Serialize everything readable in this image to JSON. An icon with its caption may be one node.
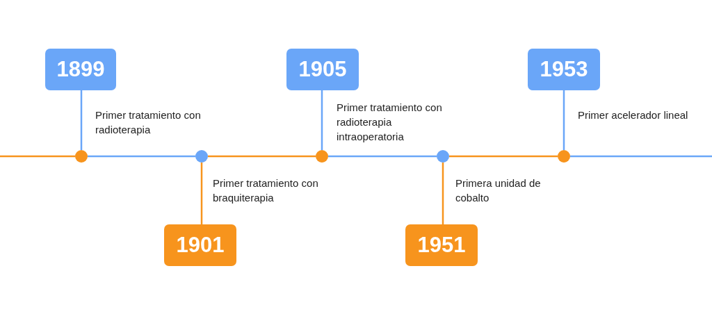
{
  "diagram": {
    "nodes": [
      {
        "text": [
          "1899"
        ],
        "beside": [
          "Primer tratamiento con radioterapia"
        ]
      },
      {
        "text": [],
        "shape": "circle"
      },
      {
        "text": [],
        "shape": "circle"
      },
      {
        "text": [
          "1901"
        ],
        "beside": [
          "Primer tratamiento con braquiterapia"
        ]
      },
      {
        "text": [
          "1905"
        ],
        "beside": [
          "Primer tratamiento con radioterapia intraoperatoria"
        ]
      },
      {
        "text": [],
        "shape": "circle"
      },
      {
        "text": [],
        "shape": "circle"
      },
      {
        "text": [
          "1951"
        ],
        "beside": [
          "Primera unidad de cobalto"
        ]
      },
      {
        "text": [
          "1953"
        ],
        "beside": [
          "Primer acelerador lineal"
        ]
      },
      {
        "text": [],
        "shape": "circle"
      }
    ],
    "edges": [
      {
        "from": 0,
        "to": 1,
        "arrow": "none"
      },
      {
        "from": null,
        "to": 1,
        "arrow": "none",
        "color": "#f7941d"
      },
      {
        "from": 1,
        "to": 2,
        "arrow": "none"
      },
      {
        "from": 3,
        "to": 2,
        "arrow": "none",
        "color": "#f7941d"
      },
      {
        "from": 2,
        "to": 5,
        "arrow": "none",
        "color": "#f7941d"
      },
      {
        "from": 4,
        "to": 5,
        "arrow": "none"
      },
      {
        "from": 5,
        "to": 6,
        "arrow": "none"
      },
      {
        "from": 7,
        "to": 6,
        "arrow": "none",
        "color": "#f7941d"
      },
      {
        "from": 6,
        "to": 9,
        "arrow": "none",
        "color": "#f7941d"
      },
      {
        "from": 8,
        "to": 9,
        "arrow": "none"
      },
      {
        "from": 9,
        "to": null,
        "arrow": "none"
      }
    ]
  }
}
